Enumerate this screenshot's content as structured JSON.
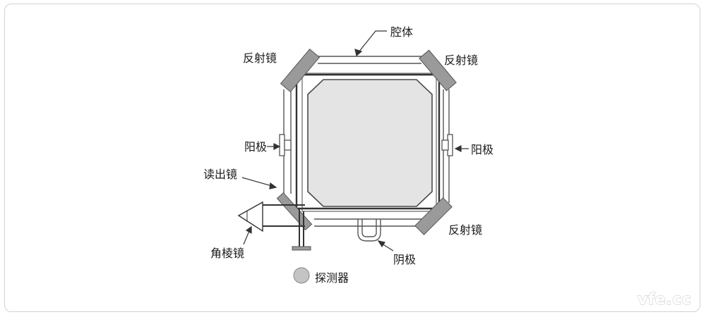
{
  "labels": {
    "cavity": "腔体",
    "mirror_top_left": "反射镜",
    "mirror_top_right": "反射镜",
    "anode_left": "阳极",
    "anode_right": "阳极",
    "readout_mirror": "读出镜",
    "prism": "角棱镜",
    "mirror_bottom_right": "反射镜",
    "cathode": "阴极",
    "detector": "探测器"
  },
  "watermark": "vfe.cc",
  "colors": {
    "mirror_fill": "#9a9a9a",
    "cavity_fill": "#e4e4e4",
    "detector_fill": "#c4c4c4",
    "beam": "#333333",
    "frame_line": "#555555"
  }
}
